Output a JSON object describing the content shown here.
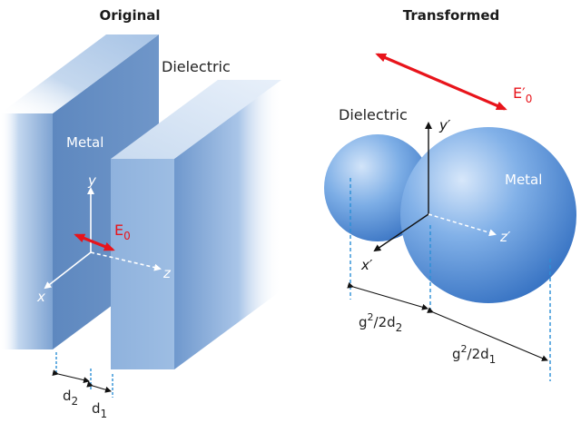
{
  "panels": {
    "original": {
      "title": "Original",
      "dielectric_label": "Dielectric",
      "metal_label": "Metal",
      "axis_x": "x",
      "axis_y": "y",
      "axis_z": "z",
      "field_main": "E",
      "field_sub": "0",
      "d2_main": "d",
      "d2_sub": "2",
      "d1_main": "d",
      "d1_sub": "1"
    },
    "transformed": {
      "title": "Transformed",
      "dielectric_label": "Dielectric",
      "metal_label": "Metal",
      "axis_x": "x′",
      "axis_y": "y′",
      "axis_z": "z′",
      "field_main": "E′",
      "field_sub": "0",
      "g2d2_main": "g",
      "g2d2_sup": "2",
      "g2d2_mid": "/2d",
      "g2d2_sub": "2",
      "g2d1_main": "g",
      "g2d1_sup": "2",
      "g2d1_mid": "/2d",
      "g2d1_sub": "1"
    }
  },
  "colors": {
    "field_arrow": "#e8141b",
    "block": "#6f97cc",
    "sphere": "#4a82cf",
    "guide": "#2b8fd6"
  }
}
